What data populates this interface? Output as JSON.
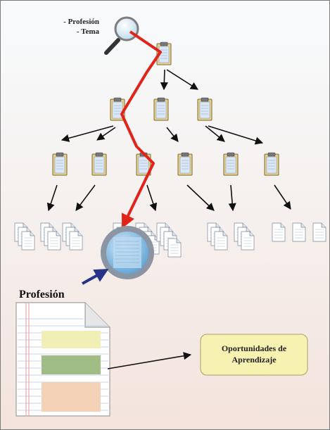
{
  "search": {
    "criteria": [
      "- Profesión",
      "- Tema"
    ],
    "icon": "magnifier-icon"
  },
  "tree": {
    "node_icon": "clipboard-icon",
    "document_icon": "document-stack-icon"
  },
  "zoom": {
    "icon": "magnifier-lens-icon"
  },
  "detail": {
    "title": "Profesión",
    "highlight_colors": [
      "#f2efb6",
      "#9fbd84",
      "#f3d2b8"
    ]
  },
  "output": {
    "label_lines": [
      "Oportunidades de",
      "Aprendizaje"
    ],
    "fill": "#f7f1b2"
  },
  "colors": {
    "path": "#e2231a",
    "arrow": "#111111",
    "blue_arrow": "#28348a"
  }
}
